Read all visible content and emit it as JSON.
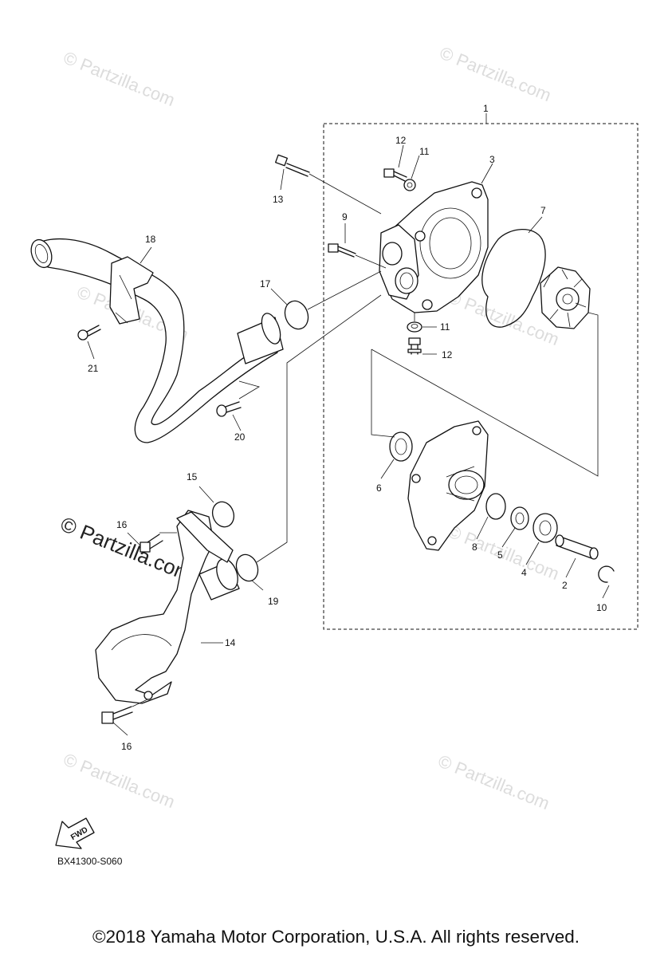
{
  "diagram": {
    "callouts": [
      "1",
      "2",
      "3",
      "4",
      "5",
      "6",
      "7",
      "8",
      "9",
      "10",
      "11",
      "11",
      "12",
      "12",
      "13",
      "14",
      "15",
      "16",
      "16",
      "17",
      "18",
      "19",
      "20",
      "21"
    ],
    "fwd_label": "FWD",
    "diagram_code": "BX41300-S060"
  },
  "watermark": {
    "light_text": "© Partzilla.com",
    "dark_text": "© Partzilla.com"
  },
  "footer": {
    "copyright": "©2018 Yamaha Motor Corporation, U.S.A. All rights reserved."
  },
  "colors": {
    "line": "#111111",
    "watermark": "#dcdcdc",
    "background": "#ffffff"
  }
}
